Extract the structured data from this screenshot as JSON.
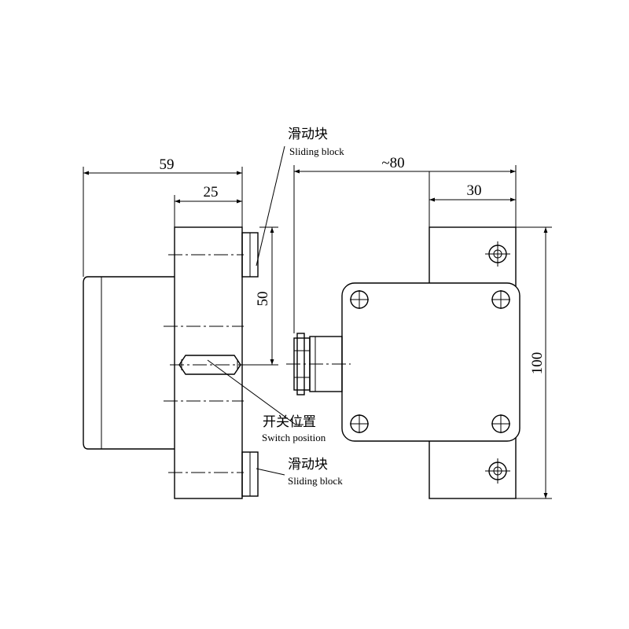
{
  "dimensions": {
    "left_width": "59",
    "left_inner": "25",
    "slot_spacing": "50",
    "right_width": "~80",
    "right_inner": "30",
    "right_height": "100"
  },
  "labels": {
    "slider_top_cn": "滑动块",
    "slider_top_en": "Sliding block",
    "switch_cn": "开关位置",
    "switch_en": "Switch position",
    "slider_bottom_cn": "滑动块",
    "slider_bottom_en": "Sliding block"
  }
}
